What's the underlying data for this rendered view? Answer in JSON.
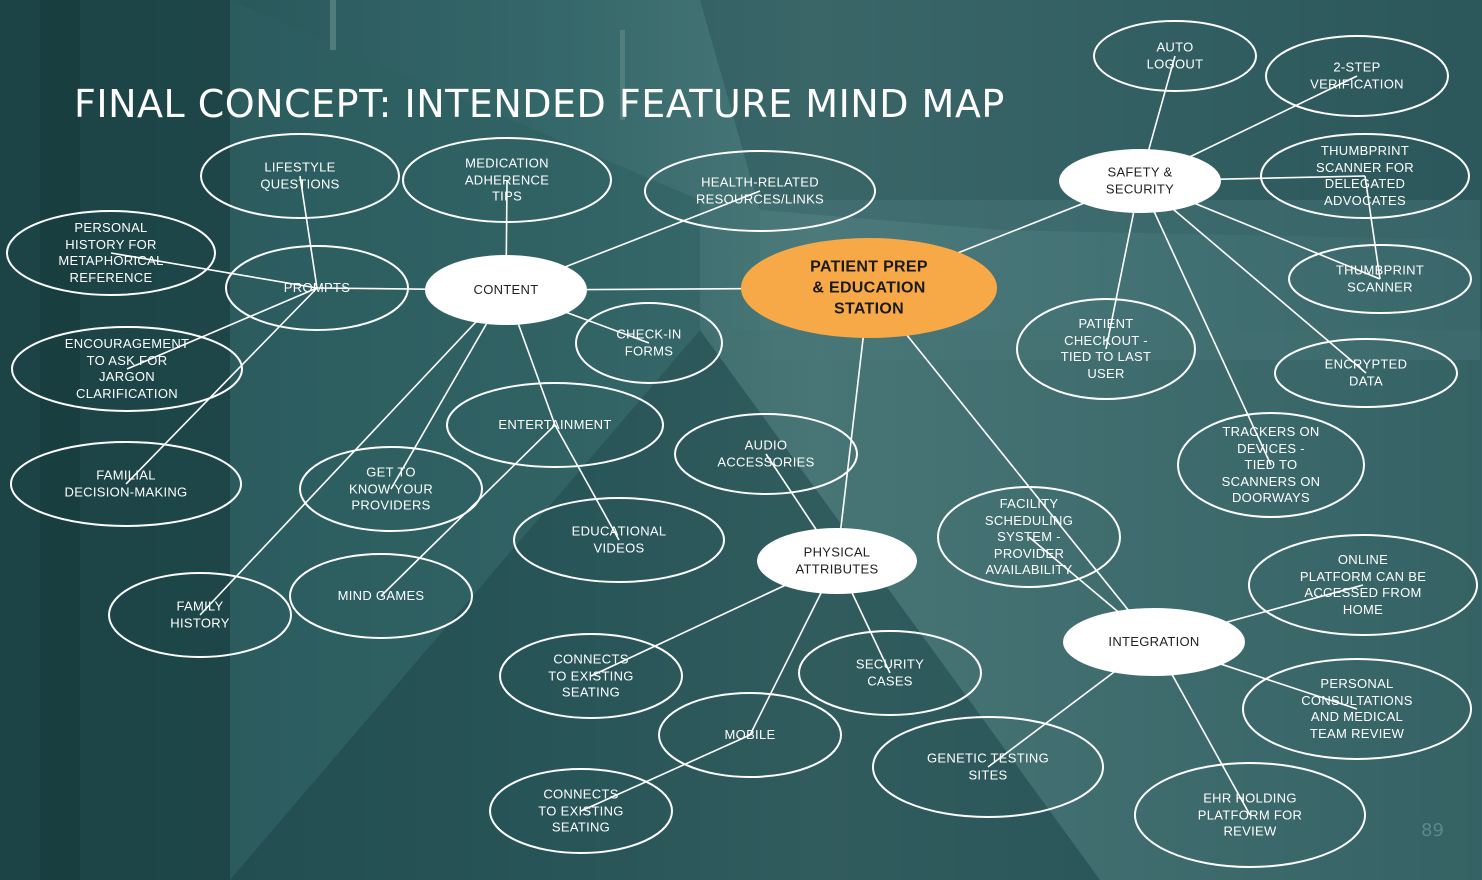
{
  "title": "FINAL CONCEPT: INTENDED FEATURE MIND MAP",
  "page_number": "89",
  "colors": {
    "background": "#2b5a5d",
    "center_fill": "#f8a947",
    "hub_fill": "#ffffff",
    "line": "#ffffff"
  },
  "nodes": {
    "center": "PATIENT PREP\n& EDUCATION\nSTATION",
    "content": "CONTENT",
    "safety": "SAFETY &\nSECURITY",
    "physical": "PHYSICAL\nATTRIBUTES",
    "integration": "INTEGRATION",
    "prompts": "PROMPTS",
    "entertainment": "ENTERTAINMENT",
    "mobile": "MOBILE",
    "lifestyle": "LIFESTYLE\nQUESTIONS",
    "medication": "MEDICATION\nADHERENCE\nTIPS",
    "health_resources": "HEALTH-RELATED\nRESOURCES/LINKS",
    "personal_history": "PERSONAL\nHISTORY FOR\nMETAPHORICAL\nREFERENCE",
    "encouragement": "ENCOURAGEMENT\nTO ASK FOR\nJARGON\nCLARIFICATION",
    "familial": "FAMILIAL\nDECISION-MAKING",
    "family_history": "FAMILY\nHISTORY",
    "get_to_know": "GET TO\nKNOW YOUR\nPROVIDERS",
    "mind_games": "MIND GAMES",
    "educational_videos": "EDUCATIONAL\nVIDEOS",
    "check_in": "CHECK-IN\nFORMS",
    "audio": "AUDIO\nACCESSORIES",
    "connects_1": "CONNECTS\nTO EXISTING\nSEATING",
    "connects_2": "CONNECTS\nTO EXISTING\nSEATING",
    "security_cases": "SECURITY\nCASES",
    "auto_logout": "AUTO\nLOGOUT",
    "two_step": "2-STEP\nVERIFICATION",
    "thumbprint_delegated": "THUMBPRINT\nSCANNER FOR\nDELEGATED\nADVOCATES",
    "thumbprint": "THUMBPRINT\nSCANNER",
    "encrypted": "ENCRYPTED\nDATA",
    "patient_checkout": "PATIENT\nCHECKOUT -\nTIED TO LAST\nUSER",
    "trackers": "TRACKERS ON\nDEVICES -\nTIED TO\nSCANNERS ON\nDOORWAYS",
    "facility": "FACILITY\nSCHEDULING\nSYSTEM -\nPROVIDER\nAVAILABILITY",
    "online_platform": "ONLINE\nPLATFORM CAN BE\nACCESSED FROM\nHOME",
    "personal_consult": "PERSONAL\nCONSULTATIONS\nAND MEDICAL\nTEAM REVIEW",
    "genetic": "GENETIC TESTING\nSITES",
    "ehr": "EHR HOLDING\nPLATFORM FOR\nREVIEW"
  },
  "edges": [
    [
      "center",
      "content"
    ],
    [
      "center",
      "safety"
    ],
    [
      "center",
      "physical"
    ],
    [
      "center",
      "integration"
    ],
    [
      "content",
      "prompts"
    ],
    [
      "content",
      "medication"
    ],
    [
      "content",
      "health_resources"
    ],
    [
      "content",
      "check_in"
    ],
    [
      "content",
      "entertainment"
    ],
    [
      "content",
      "get_to_know"
    ],
    [
      "content",
      "family_history"
    ],
    [
      "prompts",
      "lifestyle"
    ],
    [
      "prompts",
      "personal_history"
    ],
    [
      "prompts",
      "encouragement"
    ],
    [
      "prompts",
      "familial"
    ],
    [
      "entertainment",
      "mind_games"
    ],
    [
      "entertainment",
      "educational_videos"
    ],
    [
      "physical",
      "audio"
    ],
    [
      "physical",
      "connects_1"
    ],
    [
      "physical",
      "security_cases"
    ],
    [
      "physical",
      "mobile"
    ],
    [
      "mobile",
      "connects_2"
    ],
    [
      "safety",
      "auto_logout"
    ],
    [
      "safety",
      "two_step"
    ],
    [
      "safety",
      "thumbprint_delegated"
    ],
    [
      "safety",
      "thumbprint"
    ],
    [
      "safety",
      "encrypted"
    ],
    [
      "safety",
      "patient_checkout"
    ],
    [
      "safety",
      "trackers"
    ],
    [
      "thumbprint_delegated",
      "thumbprint"
    ],
    [
      "integration",
      "facility"
    ],
    [
      "integration",
      "online_platform"
    ],
    [
      "integration",
      "personal_consult"
    ],
    [
      "integration",
      "genetic"
    ],
    [
      "integration",
      "ehr"
    ]
  ]
}
